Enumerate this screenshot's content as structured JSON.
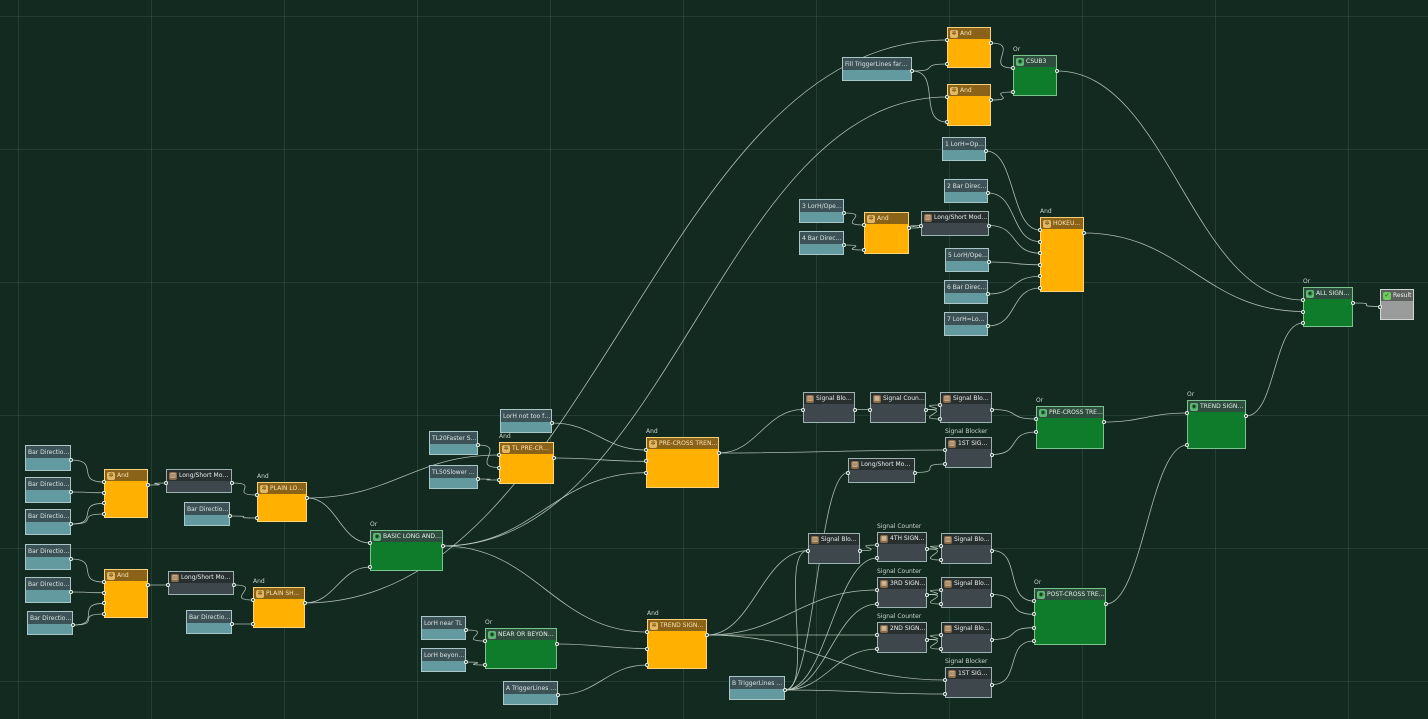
{
  "canvas": {
    "background": "#132a20",
    "wire_color": "#c8d6cc",
    "colors": {
      "and": "#ffb000",
      "or": "#0f7c2c",
      "input": "#629aa0",
      "modifier": "#3d474c",
      "result": "#9a9c9c"
    }
  },
  "nodes": [
    {
      "id": "bd1",
      "kind": "input",
      "label": "Bar Direction..."
    },
    {
      "id": "bd2",
      "kind": "input",
      "label": "Bar Direction..."
    },
    {
      "id": "bd3",
      "kind": "input",
      "label": "Bar Direction..."
    },
    {
      "id": "bd4",
      "kind": "input",
      "label": "Bar Direction..."
    },
    {
      "id": "bd5",
      "kind": "input",
      "label": "Bar Direction..."
    },
    {
      "id": "bd6",
      "kind": "input",
      "label": "Bar Direction..."
    },
    {
      "id": "and_l",
      "kind": "and",
      "label": "And",
      "icon": "gear-icon"
    },
    {
      "id": "and_s",
      "kind": "and",
      "label": "And",
      "icon": "gear-icon"
    },
    {
      "id": "mod_l",
      "kind": "modifier",
      "label": "Long/Short Modifier",
      "icon": "chart-icon"
    },
    {
      "id": "mod_s",
      "kind": "modifier",
      "label": "Long/Short Modifier",
      "icon": "chart-icon"
    },
    {
      "id": "bdl",
      "kind": "input",
      "label": "Bar Direction L"
    },
    {
      "id": "bds",
      "kind": "input",
      "label": "Bar Direction S"
    },
    {
      "id": "plain_long",
      "kind": "and",
      "above": "And",
      "label": "PLAIN LONG",
      "icon": "gear-icon"
    },
    {
      "id": "plain_short",
      "kind": "and",
      "above": "And",
      "label": "PLAIN SHORT",
      "icon": "gear-icon"
    },
    {
      "id": "basic",
      "kind": "or",
      "above": "Or",
      "label": "BASIC LONG AND ...",
      "icon": "globe-icon"
    },
    {
      "id": "tl20",
      "kind": "input",
      "label": "TL20Faster Slope"
    },
    {
      "id": "tl50",
      "kind": "input",
      "label": "TL50Slower Slope"
    },
    {
      "id": "lorh_nf",
      "kind": "input",
      "label": "LorH not too far..."
    },
    {
      "id": "tl_pre",
      "kind": "and",
      "above": "And",
      "label": "TL PRE-CROSS",
      "icon": "gear-icon"
    },
    {
      "id": "pre_trend_and",
      "kind": "and",
      "above": "And",
      "label": "PRE-CROSS TREND...",
      "icon": "gear-icon"
    },
    {
      "id": "lorh_near",
      "kind": "input",
      "label": "LorH near TL"
    },
    {
      "id": "lorh_beyond",
      "kind": "input",
      "label": "LorH beyond ..."
    },
    {
      "id": "near_or",
      "kind": "or",
      "above": "Or",
      "label": "NEAR OR BEYOND...",
      "icon": "globe-icon"
    },
    {
      "id": "a_trig",
      "kind": "input",
      "label": "A TriggerLines Co..."
    },
    {
      "id": "trend_and",
      "kind": "and",
      "above": "And",
      "label": "TREND SIGNALS",
      "icon": "gear-icon"
    },
    {
      "id": "b_trig",
      "kind": "input",
      "label": "B TriggerLines Cr..."
    },
    {
      "id": "sb_a",
      "kind": "modifier",
      "label": "Signal Blocker",
      "icon": "chart-icon"
    },
    {
      "id": "sc_a",
      "kind": "modifier",
      "label": "Signal Counter",
      "icon": "counter-icon"
    },
    {
      "id": "sb_b",
      "kind": "modifier",
      "label": "Signal Blocker",
      "icon": "chart-icon"
    },
    {
      "id": "sig1a",
      "kind": "modifier",
      "above": "Signal Blocker",
      "label": "1ST SIGNAL",
      "icon": "chart-icon"
    },
    {
      "id": "mod_mid",
      "kind": "modifier",
      "label": "Long/Short Modifier",
      "icon": "chart-icon"
    },
    {
      "id": "pre_trend_or",
      "kind": "or",
      "above": "Or",
      "label": "PRE-CROSS TREND",
      "icon": "globe-icon"
    },
    {
      "id": "sb_c",
      "kind": "modifier",
      "label": "Signal Blocker",
      "icon": "chart-icon"
    },
    {
      "id": "sig4",
      "kind": "modifier",
      "above": "Signal Counter",
      "label": "4TH SIGNAL",
      "icon": "counter-icon"
    },
    {
      "id": "sig3",
      "kind": "modifier",
      "above": "Signal Counter",
      "label": "3RD SIGNAL",
      "icon": "counter-icon"
    },
    {
      "id": "sig2",
      "kind": "modifier",
      "above": "Signal Counter",
      "label": "2ND SIGNAL",
      "icon": "counter-icon"
    },
    {
      "id": "sb_d",
      "kind": "modifier",
      "label": "Signal Blocker",
      "icon": "chart-icon"
    },
    {
      "id": "sb_e",
      "kind": "modifier",
      "label": "Signal Blocker",
      "icon": "chart-icon"
    },
    {
      "id": "sb_f",
      "kind": "modifier",
      "label": "Signal Blocker",
      "icon": "chart-icon"
    },
    {
      "id": "sig1b",
      "kind": "modifier",
      "above": "Signal Blocker",
      "label": "1ST SIGNAL",
      "icon": "chart-icon"
    },
    {
      "id": "post_trend",
      "kind": "or",
      "above": "Or",
      "label": "POST-CROSS TREN...",
      "icon": "globe-icon"
    },
    {
      "id": "trend_or",
      "kind": "or",
      "above": "Or",
      "label": "TREND SIGNALS",
      "icon": "globe-icon"
    },
    {
      "id": "fill_trig",
      "kind": "input",
      "label": "Fill TriggerLines faraway"
    },
    {
      "id": "and_t1",
      "kind": "and",
      "label": "And",
      "icon": "gear-icon"
    },
    {
      "id": "and_t2",
      "kind": "and",
      "label": "And",
      "icon": "gear-icon"
    },
    {
      "id": "csub",
      "kind": "or",
      "above": "Or",
      "label": "CSUB3",
      "icon": "globe-icon"
    },
    {
      "id": "lorh1",
      "kind": "input",
      "label": "1 LorH=Open"
    },
    {
      "id": "bd2b",
      "kind": "input",
      "label": "2 Bar Direct..."
    },
    {
      "id": "lorh3",
      "kind": "input",
      "label": "3 LorH/Open1"
    },
    {
      "id": "bd4b",
      "kind": "input",
      "label": "4 Bar Directi..."
    },
    {
      "id": "and_mid",
      "kind": "and",
      "label": "And",
      "icon": "gear-icon"
    },
    {
      "id": "mod_top",
      "kind": "modifier",
      "label": "Long/Short Modifier",
      "icon": "chart-icon"
    },
    {
      "id": "lorh5",
      "kind": "input",
      "label": "5 LorH/Open2"
    },
    {
      "id": "bd6b",
      "kind": "input",
      "label": "6 Bar Direct..."
    },
    {
      "id": "lorh7",
      "kind": "input",
      "label": "7 LorH=LorH2"
    },
    {
      "id": "hoke",
      "kind": "and",
      "above": "And",
      "label": "HOKEU...",
      "icon": "gear-icon"
    },
    {
      "id": "all_signals",
      "kind": "or",
      "above": "Or",
      "label": "ALL SIGNALS",
      "icon": "globe-icon"
    },
    {
      "id": "result",
      "kind": "result",
      "label": "Result",
      "icon": "check-icon"
    }
  ],
  "connections": [
    [
      "bd1",
      "and_l",
      0
    ],
    [
      "bd2",
      "and_l",
      1
    ],
    [
      "bd3",
      "and_l",
      2
    ],
    [
      "bd3",
      "and_l",
      3
    ],
    [
      "bd4",
      "and_s",
      0
    ],
    [
      "bd5",
      "and_s",
      1
    ],
    [
      "bd6",
      "and_s",
      2
    ],
    [
      "bd6",
      "and_s",
      3
    ],
    [
      "and_l",
      "mod_l",
      0
    ],
    [
      "and_s",
      "mod_s",
      0
    ],
    [
      "mod_l",
      "plain_long",
      0
    ],
    [
      "bdl",
      "plain_long",
      1
    ],
    [
      "mod_s",
      "plain_short",
      0
    ],
    [
      "bds",
      "plain_short",
      1
    ],
    [
      "plain_long",
      "basic",
      0
    ],
    [
      "plain_short",
      "basic",
      1
    ],
    [
      "plain_long",
      "tl_pre",
      0
    ],
    [
      "tl20",
      "tl_pre",
      1
    ],
    [
      "tl50",
      "tl_pre",
      2
    ],
    [
      "lorh_nf",
      "pre_trend_and",
      0
    ],
    [
      "tl_pre",
      "pre_trend_and",
      1
    ],
    [
      "basic",
      "pre_trend_and",
      2
    ],
    [
      "basic",
      "and_t2",
      0
    ],
    [
      "plain_short",
      "and_t1",
      0
    ],
    [
      "basic",
      "trend_and",
      0
    ],
    [
      "near_or",
      "trend_and",
      1
    ],
    [
      "a_trig",
      "trend_and",
      2
    ],
    [
      "lorh_near",
      "near_or",
      0
    ],
    [
      "lorh_beyond",
      "near_or",
      1
    ],
    [
      "pre_trend_and",
      "sb_a",
      0
    ],
    [
      "sb_a",
      "sc_a",
      0
    ],
    [
      "sc_a",
      "sb_b",
      0
    ],
    [
      "sc_a",
      "sb_b",
      1
    ],
    [
      "pre_trend_and",
      "sig1a",
      0
    ],
    [
      "mod_mid",
      "sig1a",
      1
    ],
    [
      "sb_b",
      "pre_trend_or",
      0
    ],
    [
      "sig1a",
      "pre_trend_or",
      1
    ],
    [
      "trend_and",
      "sb_c",
      0
    ],
    [
      "trend_and",
      "sig3",
      0
    ],
    [
      "trend_and",
      "sig2",
      0
    ],
    [
      "trend_and",
      "sig1b",
      0
    ],
    [
      "b_trig",
      "mod_mid",
      0
    ],
    [
      "b_trig",
      "sb_c",
      0
    ],
    [
      "b_trig",
      "sig4",
      1
    ],
    [
      "b_trig",
      "sig3",
      1
    ],
    [
      "b_trig",
      "sig2",
      1
    ],
    [
      "b_trig",
      "sig1b",
      1
    ],
    [
      "sb_c",
      "sig4",
      0
    ],
    [
      "sig4",
      "sb_d",
      0
    ],
    [
      "sig4",
      "sb_d",
      1
    ],
    [
      "sig3",
      "sb_e",
      0
    ],
    [
      "sig3",
      "sb_e",
      1
    ],
    [
      "sig2",
      "sb_f",
      0
    ],
    [
      "sig2",
      "sb_f",
      1
    ],
    [
      "sb_d",
      "post_trend",
      0
    ],
    [
      "sb_e",
      "post_trend",
      1
    ],
    [
      "sb_f",
      "post_trend",
      2
    ],
    [
      "sig1b",
      "post_trend",
      3
    ],
    [
      "pre_trend_or",
      "trend_or",
      0
    ],
    [
      "post_trend",
      "trend_or",
      2
    ],
    [
      "fill_trig",
      "and_t1",
      1
    ],
    [
      "fill_trig",
      "and_t2",
      1
    ],
    [
      "and_t1",
      "csub",
      0
    ],
    [
      "and_t2",
      "csub",
      1
    ],
    [
      "lorh3",
      "and_mid",
      0
    ],
    [
      "bd4b",
      "and_mid",
      1
    ],
    [
      "and_mid",
      "mod_top",
      0
    ],
    [
      "lorh1",
      "hoke",
      0
    ],
    [
      "bd2b",
      "hoke",
      1
    ],
    [
      "mod_top",
      "hoke",
      2
    ],
    [
      "lorh5",
      "hoke",
      3
    ],
    [
      "bd6b",
      "hoke",
      4
    ],
    [
      "lorh7",
      "hoke",
      5
    ],
    [
      "csub",
      "all_signals",
      0
    ],
    [
      "hoke",
      "all_signals",
      1
    ],
    [
      "trend_or",
      "all_signals",
      2
    ],
    [
      "all_signals",
      "result",
      0
    ]
  ]
}
